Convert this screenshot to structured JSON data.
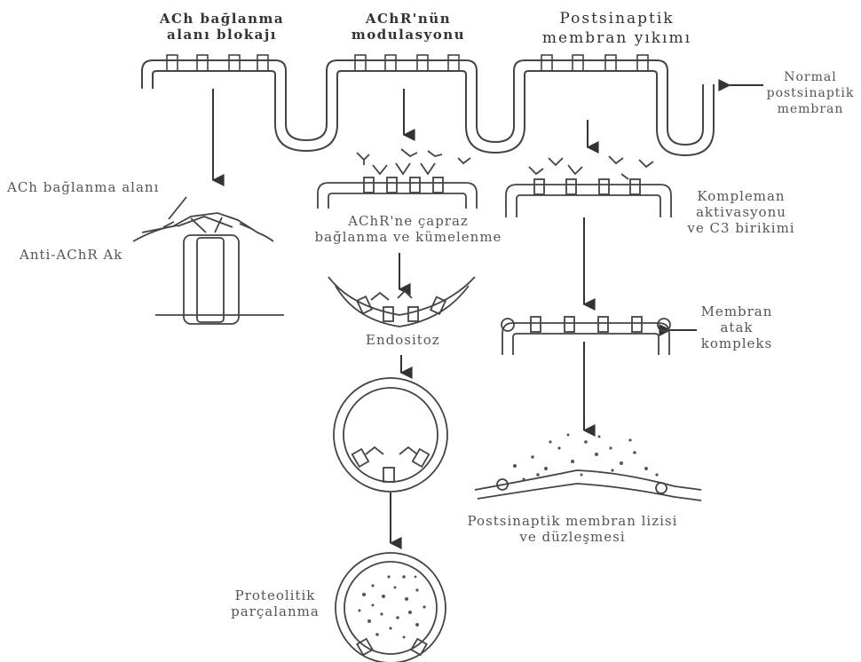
{
  "headers": {
    "col1": [
      "ACh bağlanma",
      "alanı blokajı"
    ],
    "col2": [
      "AChR'nün",
      "modulasyonu"
    ],
    "col3": [
      "Postsinaptik",
      "membran yıkımı"
    ]
  },
  "labels": {
    "normal": [
      "Normal",
      "postsinaptik",
      "membran"
    ],
    "ach_site": "ACh bağlanma alanı",
    "anti_achr": "Anti-AChR Ak",
    "crosslink": [
      "AChR'ne çapraz",
      "bağlanma ve kümelenme"
    ],
    "endocytosis": "Endositoz",
    "proteolytic": [
      "Proteolitik",
      "parçalanma"
    ],
    "complement": [
      "Kompleman",
      "aktivasyonu",
      "ve C3 birikimi"
    ],
    "mac": [
      "Membran",
      "atak",
      "kompleks"
    ],
    "lysis": [
      "Postsinaptik membran lizisi",
      "ve düzleşmesi"
    ]
  },
  "colors": {
    "line": "#333333",
    "text": "#555555",
    "header": "#333333"
  }
}
